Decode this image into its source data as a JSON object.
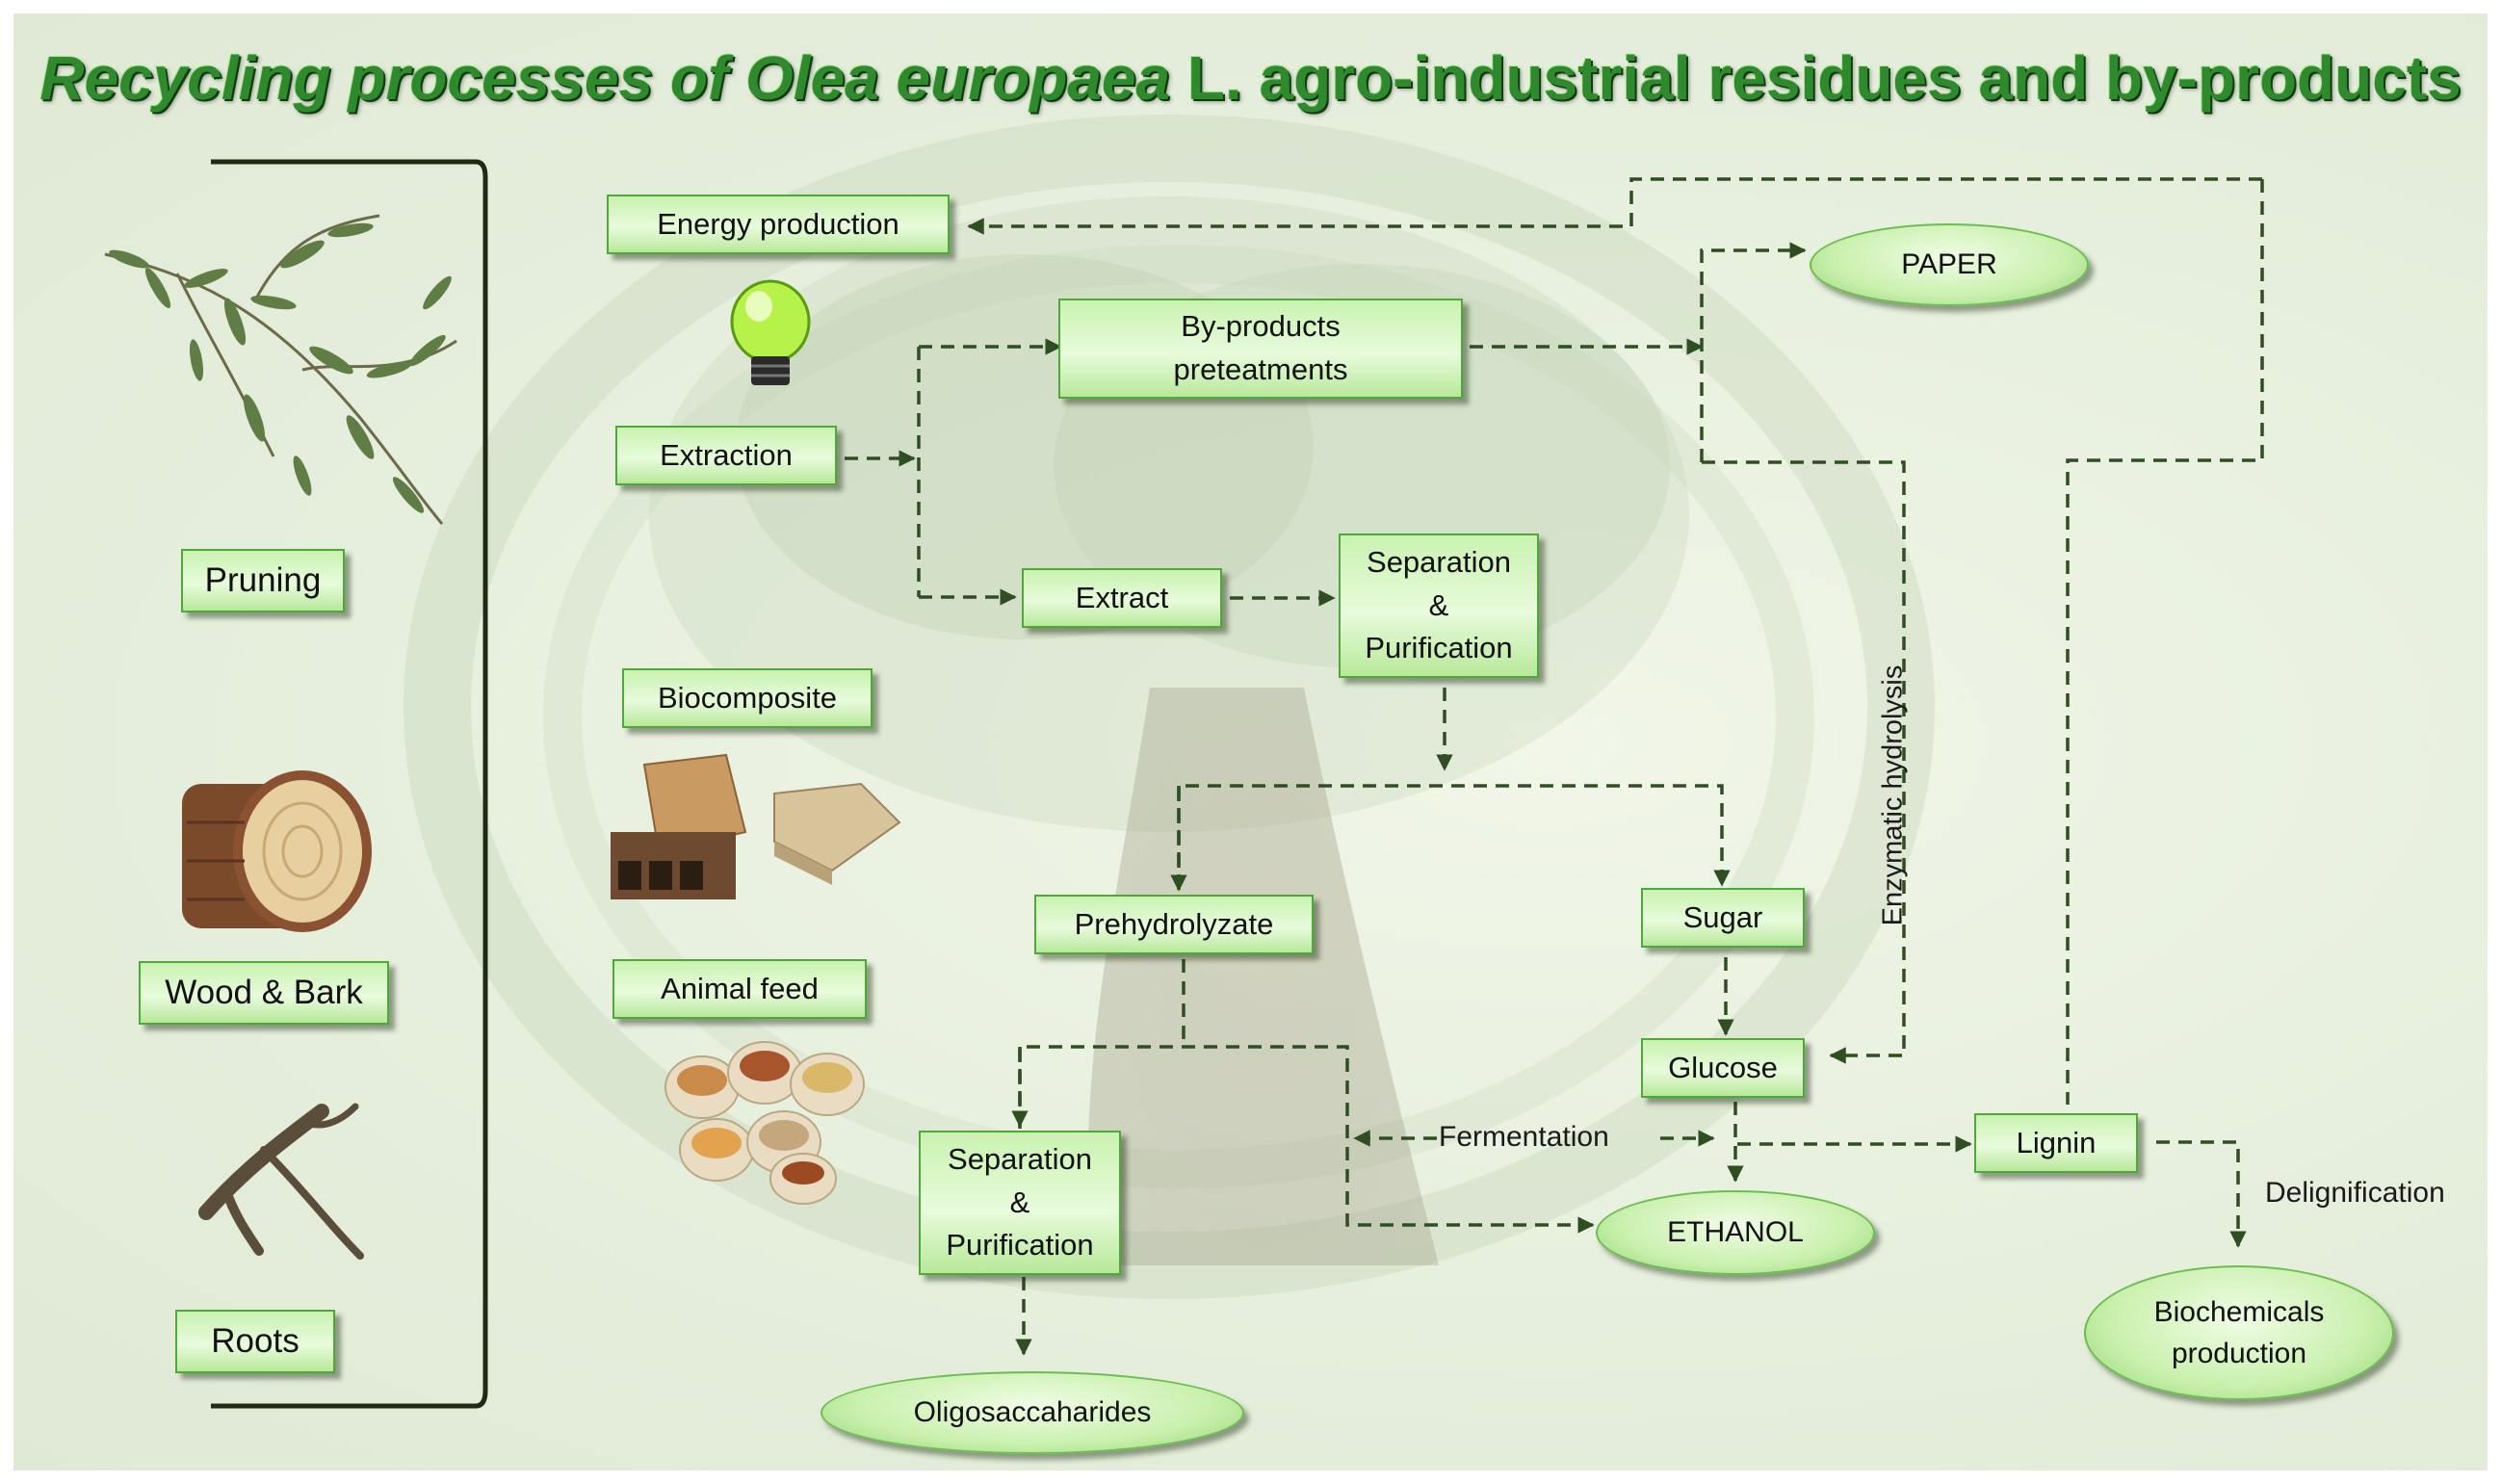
{
  "title": {
    "italic_part": "Recycling processes of Olea europaea",
    "normal_part": " L. agro-industrial residues and by-products"
  },
  "sources": {
    "pruning": "Pruning",
    "wood_bark": "Wood & Bark",
    "roots": "Roots"
  },
  "products": {
    "energy_production": "Energy production",
    "biocomposite": "Biocomposite",
    "animal_feed": "Animal feed"
  },
  "process": {
    "extraction": "Extraction",
    "byproducts_line1": "By-products",
    "byproducts_line2": "preteatments",
    "extract": "Extract",
    "separation1_line1": "Separation",
    "separation1_line2": "&",
    "separation1_line3": "Purification",
    "prehydrolyzate": "Prehydrolyzate",
    "sugar": "Sugar",
    "glucose": "Glucose",
    "separation2_line1": "Separation",
    "separation2_line2": "&",
    "separation2_line3": "Purification",
    "lignin": "Lignin"
  },
  "outputs": {
    "paper": "PAPER",
    "ethanol": "ETHANOL",
    "oligosaccharides": "Oligosaccaharides",
    "biochemicals_line1": "Biochemicals",
    "biochemicals_line2": "production"
  },
  "labels": {
    "fermentation": "Fermentation",
    "enzymatic_hydrolysis": "Enzymatic hydrolysis",
    "delignification": "Delignification"
  },
  "icons": {
    "light_bulb": "light-bulb-icon",
    "olive_branch": "olive-branch-icon",
    "wood_log": "wood-log-icon",
    "roots": "roots-icon",
    "wood_panels": "wood-panels-icon",
    "feed_sacks": "feed-sacks-icon"
  },
  "colors": {
    "title_green": "#2e8a2c",
    "box_fill": "#d6f5c2",
    "box_border": "#4fa83a",
    "arrow": "#2f4f22"
  }
}
